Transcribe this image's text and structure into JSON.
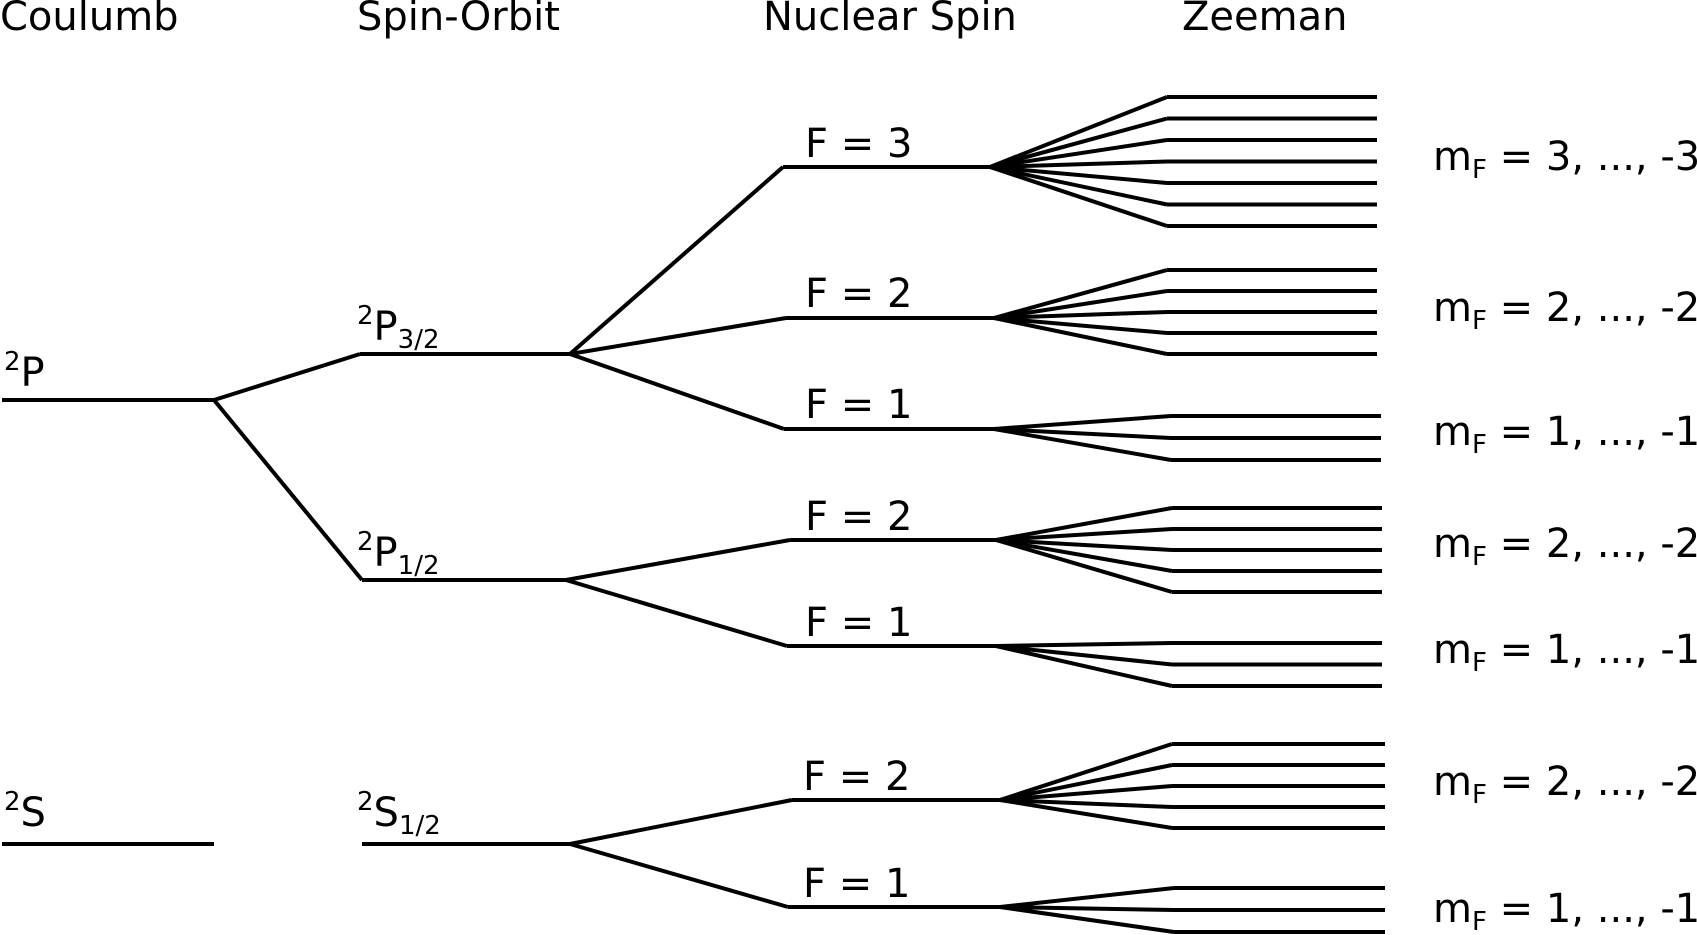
{
  "headers": {
    "coulomb": "Coulumb",
    "spin_orbit": "Spin-Orbit",
    "nuclear_spin": "Nuclear Spin",
    "zeeman": "Zeeman"
  },
  "coulomb_levels": {
    "p": {
      "sup": "2",
      "base": "P"
    },
    "s": {
      "sup": "2",
      "base": "S"
    }
  },
  "spin_orbit_levels": {
    "p32": {
      "sup": "2",
      "base": "P",
      "sub": "3/2"
    },
    "p12": {
      "sup": "2",
      "base": "P",
      "sub": "1/2"
    },
    "s12": {
      "sup": "2",
      "base": "S",
      "sub": "1/2"
    }
  },
  "hyperfine_levels": [
    {
      "label": "F = 3",
      "sublevels": 7,
      "zeeman_prefix": "m",
      "zeeman_sub": "F",
      "zeeman_range": " = 3, ..., -3"
    },
    {
      "label": "F = 2",
      "sublevels": 5,
      "zeeman_prefix": "m",
      "zeeman_sub": "F",
      "zeeman_range": " = 2, ..., -2"
    },
    {
      "label": "F = 1",
      "sublevels": 3,
      "zeeman_prefix": "m",
      "zeeman_sub": "F",
      "zeeman_range": " = 1, ..., -1"
    },
    {
      "label": "F = 2",
      "sublevels": 5,
      "zeeman_prefix": "m",
      "zeeman_sub": "F",
      "zeeman_range": " = 2, ..., -2"
    },
    {
      "label": "F = 1",
      "sublevels": 3,
      "zeeman_prefix": "m",
      "zeeman_sub": "F",
      "zeeman_range": " = 1, ..., -1"
    },
    {
      "label": "F = 2",
      "sublevels": 5,
      "zeeman_prefix": "m",
      "zeeman_sub": "F",
      "zeeman_range": " = 2, ..., -2"
    },
    {
      "label": "F = 1",
      "sublevels": 3,
      "zeeman_prefix": "m",
      "zeeman_sub": "F",
      "zeeman_range": " = 1, ..., -1"
    }
  ]
}
